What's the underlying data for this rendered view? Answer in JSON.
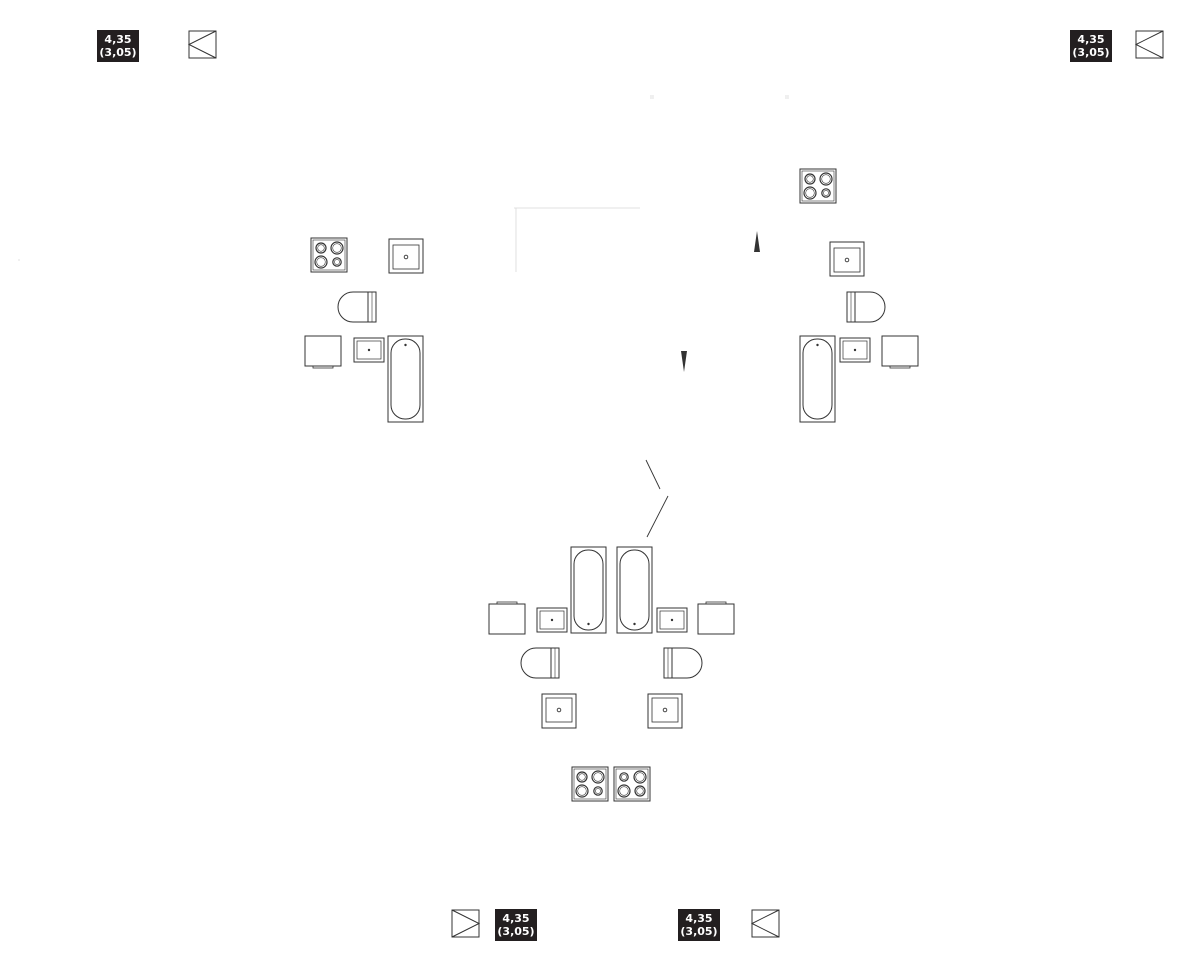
{
  "colors": {
    "background": "#ffffff",
    "line": "#333333",
    "badge_bg": "#231f20",
    "badge_text": "#ffffff"
  },
  "level_markers": [
    {
      "id": "top-left",
      "top": "4,35",
      "bottom": "(3,05)",
      "arrow": "left"
    },
    {
      "id": "top-right",
      "top": "4,35",
      "bottom": "(3,05)",
      "arrow": "left"
    },
    {
      "id": "bottom-left",
      "top": "4,35",
      "bottom": "(3,05)",
      "arrow": "right"
    },
    {
      "id": "bottom-right",
      "top": "4,35",
      "bottom": "(3,05)",
      "arrow": "left"
    }
  ],
  "fixture_types": [
    "cooktop-icon",
    "sink-icon",
    "toilet-icon",
    "washing-machine-icon",
    "washbasin-icon",
    "bathtub-icon"
  ]
}
